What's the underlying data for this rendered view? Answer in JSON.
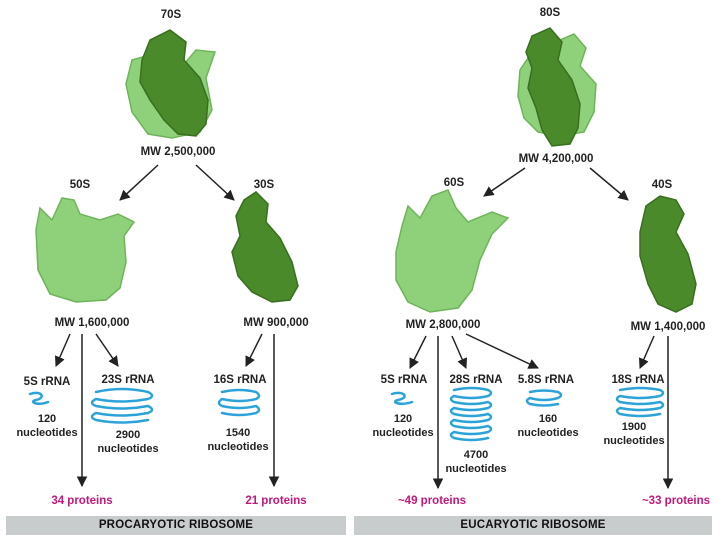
{
  "colors": {
    "light_subunit": "#8fd17a",
    "dark_subunit": "#4a8a2a",
    "rrna": "#2ba3d9",
    "proteins_text": "#c2187c",
    "title_bar": "#c9cccd"
  },
  "prokaryote": {
    "whole_label": "70S",
    "whole_mw": "MW 2,500,000",
    "large_label": "50S",
    "large_mw": "MW 1,600,000",
    "small_label": "30S",
    "small_mw": "MW 900,000",
    "rna_5s": {
      "name": "5S rRNA",
      "nt_count": "120",
      "nt_unit": "nucleotides"
    },
    "rna_23s": {
      "name": "23S rRNA",
      "nt_count": "2900",
      "nt_unit": "nucleotides"
    },
    "rna_16s": {
      "name": "16S rRNA",
      "nt_count": "1540",
      "nt_unit": "nucleotides"
    },
    "large_proteins": "34 proteins",
    "small_proteins": "21 proteins",
    "title": "PROCARYOTIC RIBOSOME"
  },
  "eukaryote": {
    "whole_label": "80S",
    "whole_mw": "MW 4,200,000",
    "large_label": "60S",
    "large_mw": "MW 2,800,000",
    "small_label": "40S",
    "small_mw": "MW 1,400,000",
    "rna_5s": {
      "name": "5S rRNA",
      "nt_count": "120",
      "nt_unit": "nucleotides"
    },
    "rna_28s": {
      "name": "28S rRNA",
      "nt_count": "4700",
      "nt_unit": "nucleotides"
    },
    "rna_58s": {
      "name": "5.8S rRNA",
      "nt_count": "160",
      "nt_unit": "nucleotides"
    },
    "rna_18s": {
      "name": "18S rRNA",
      "nt_count": "1900",
      "nt_unit": "nucleotides"
    },
    "large_proteins": "~49 proteins",
    "small_proteins": "~33 proteins",
    "title": "EUCARYOTIC RIBOSOME"
  }
}
